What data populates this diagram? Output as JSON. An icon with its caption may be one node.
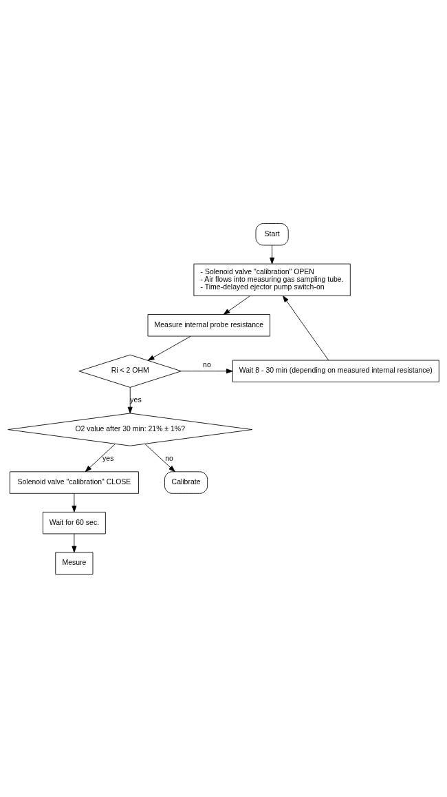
{
  "diagram": {
    "nodes": [
      {
        "text": [
          "Start"
        ]
      },
      {
        "text": [
          "- Solenoid valve \"calibration\" OPEN",
          "- Air flows into measuring gas sampling tube.",
          "- Time-delayed ejector pump switch-on"
        ]
      },
      {
        "text": [
          "Measure internal probe resistance"
        ]
      },
      {
        "text": [
          "Ri < 2 OHM"
        ]
      },
      {
        "text": [
          "Wait 8 - 30 min (depending on measured internal resistance)"
        ]
      },
      {
        "text": [
          "O2 value after 30 min: 21% ± 1%?"
        ]
      },
      {
        "text": [
          "Solenoid valve \"calibration\" CLOSE"
        ]
      },
      {
        "text": [
          "Wait for 60 sec."
        ]
      },
      {
        "text": [
          "Mesure"
        ]
      },
      {
        "text": [
          "Calibrate"
        ]
      }
    ],
    "edges": [
      {
        "from": 0,
        "to": 1,
        "arrow": "to"
      },
      {
        "from": 1,
        "to": 2,
        "arrow": "to"
      },
      {
        "from": 2,
        "to": 3,
        "arrow": "to"
      },
      {
        "from": 3,
        "to": 4,
        "arrow": "to",
        "label": "no"
      },
      {
        "from": 4,
        "to": 1,
        "arrow": "to"
      },
      {
        "from": 3,
        "to": 5,
        "arrow": "to",
        "label": "yes"
      },
      {
        "from": 5,
        "to": 9,
        "arrow": "to",
        "label": "no"
      },
      {
        "from": 5,
        "to": 6,
        "arrow": "to",
        "label": "yes"
      },
      {
        "from": 6,
        "to": 7,
        "arrow": "to"
      },
      {
        "from": 7,
        "to": 8,
        "arrow": "to"
      }
    ]
  }
}
